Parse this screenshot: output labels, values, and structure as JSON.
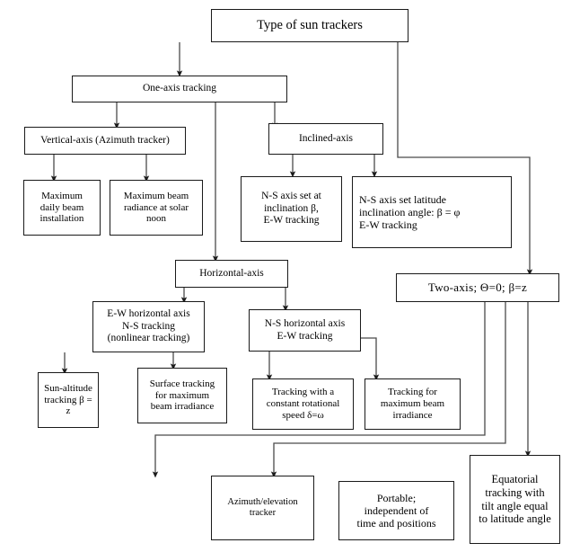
{
  "diagram": {
    "title": "Type of sun trackers",
    "type": "flowchart",
    "nodes": {
      "root": "Type of sun trackers",
      "one_axis": "One-axis tracking",
      "vertical_axis": "Vertical-axis (Azimuth tracker)",
      "inclined_axis": "Inclined-axis",
      "max_daily_beam": "Maximum\ndaily beam\ninstallation",
      "max_beam_radiance": "Maximum beam\nradiance at solar\nnoon",
      "ns_axis_inclination": "N-S axis set at\ninclination β,\nE-W tracking",
      "ns_axis_latitude": "N-S  axis  set  latitude\ninclination angle: β = φ\nE-W tracking",
      "horizontal_axis": "Horizontal-axis",
      "two_axis": "Two-axis; Θ=0; β=z",
      "ew_horizontal": "E-W horizontal axis\nN-S tracking\n(nonlinear tracking)",
      "ns_horizontal": "N-S horizontal axis\nE-W tracking",
      "sun_altitude": "Sun-altitude\ntracking β =\nz",
      "surface_tracking": "Surface tracking\nfor maximum\nbeam irradiance",
      "tracking_constant_speed": "Tracking with a\nconstant rotational\nspeed δ=ω",
      "tracking_max_beam": "Tracking for\nmaximum beam\nirradiance",
      "azimuth_elevation": "Azimuth/elevation\ntracker",
      "portable": "Portable;\nindependent of\ntime and positions",
      "equatorial": "Equatorial\ntracking with\ntilt angle equal\nto latitude angle"
    },
    "colors": {
      "stroke": "#1a1a1a",
      "background": "#ffffff",
      "text": "#000000"
    }
  }
}
